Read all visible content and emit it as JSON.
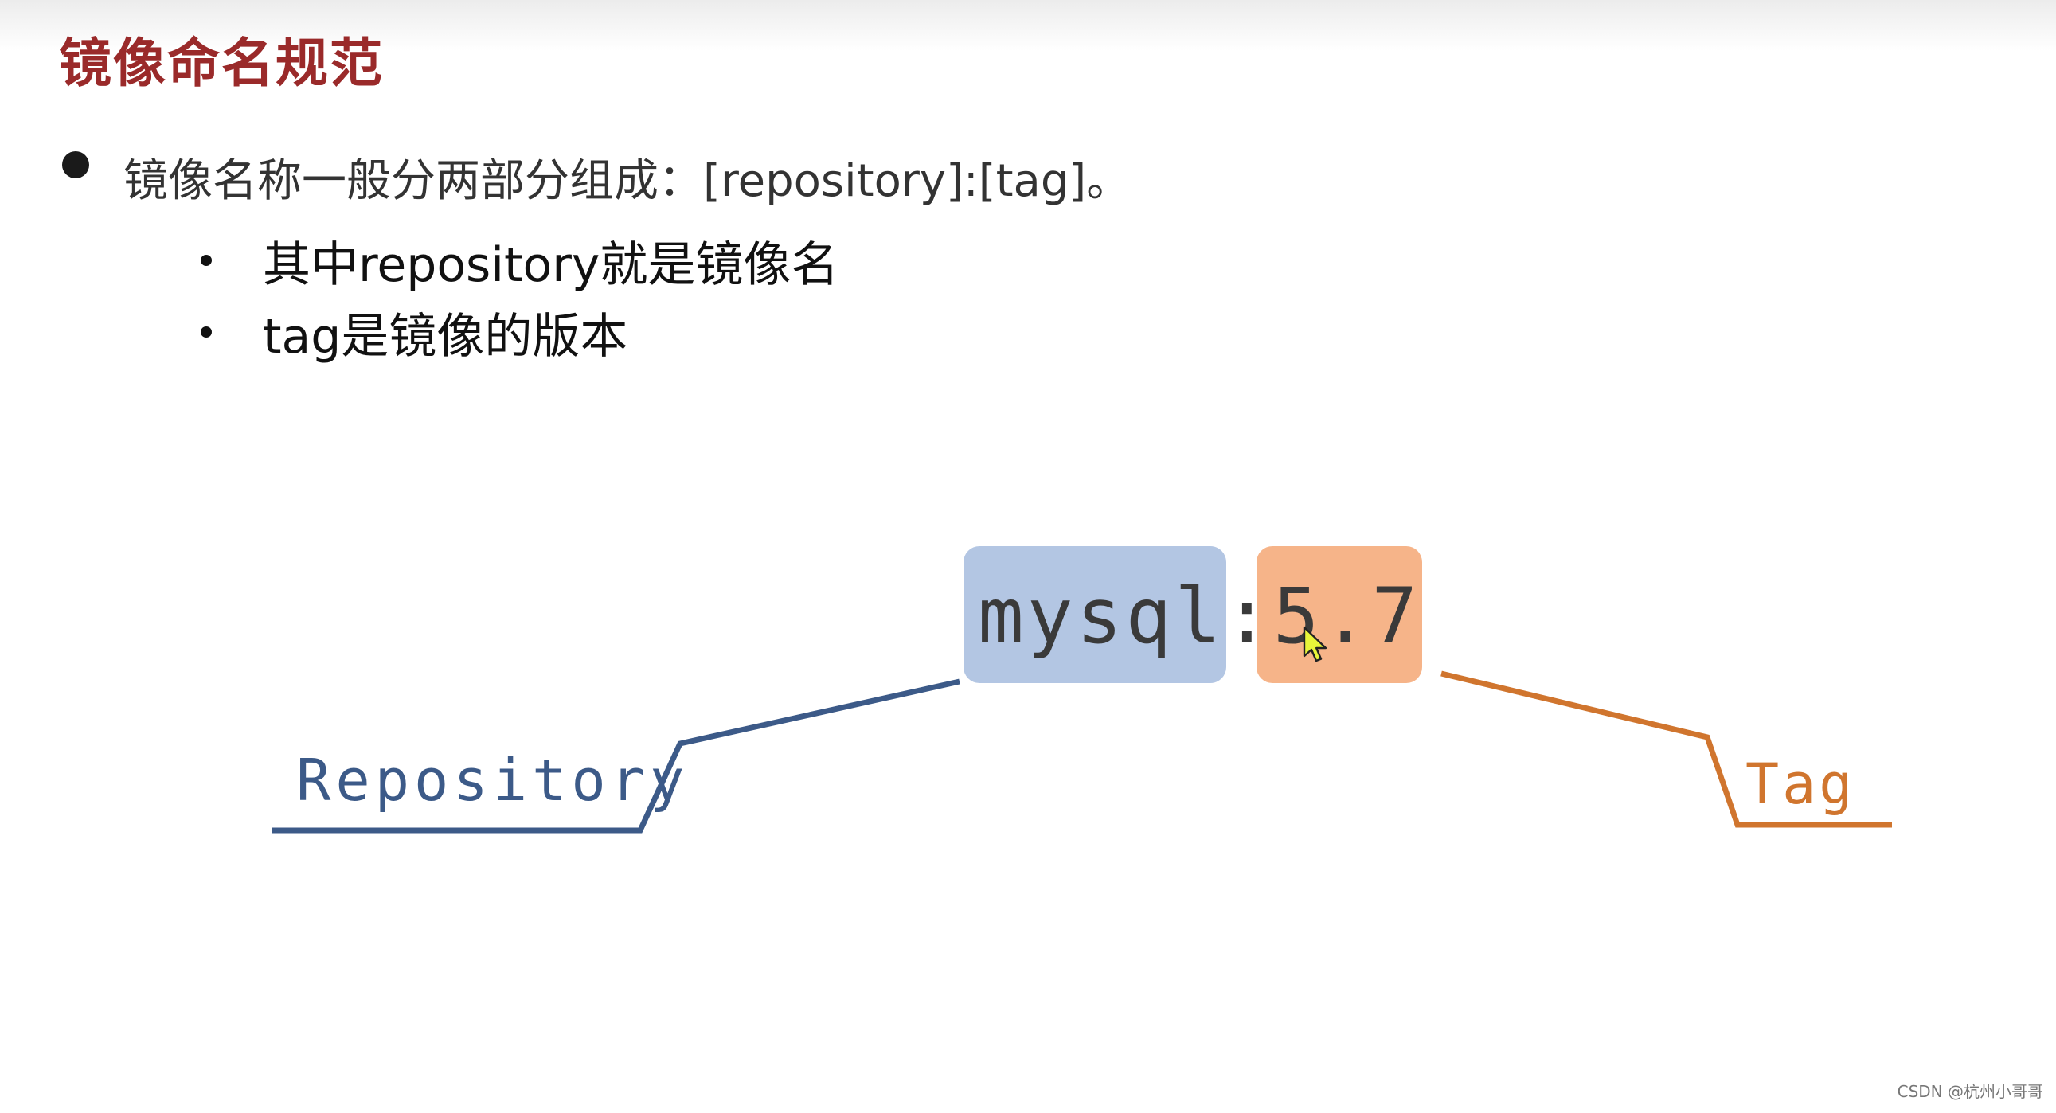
{
  "slide": {
    "title": "镜像命名规范",
    "main_bullet": "镜像名称一般分两部分组成：[repository]:[tag]。",
    "sub_bullets": [
      "其中repository就是镜像名",
      "tag是镜像的版本"
    ]
  },
  "diagram": {
    "repository_part": "mysql",
    "separator": ":",
    "tag_part": "5.7",
    "repository_label": "Repository",
    "tag_label": "Tag",
    "colors": {
      "repository_box": "#b3c6e3",
      "tag_box": "#f6b489",
      "repository_line": "#3c5a88",
      "tag_line": "#d0752e"
    }
  },
  "watermark": "CSDN @杭州小哥哥",
  "icons": {
    "cursor": "mouse-pointer-icon"
  }
}
